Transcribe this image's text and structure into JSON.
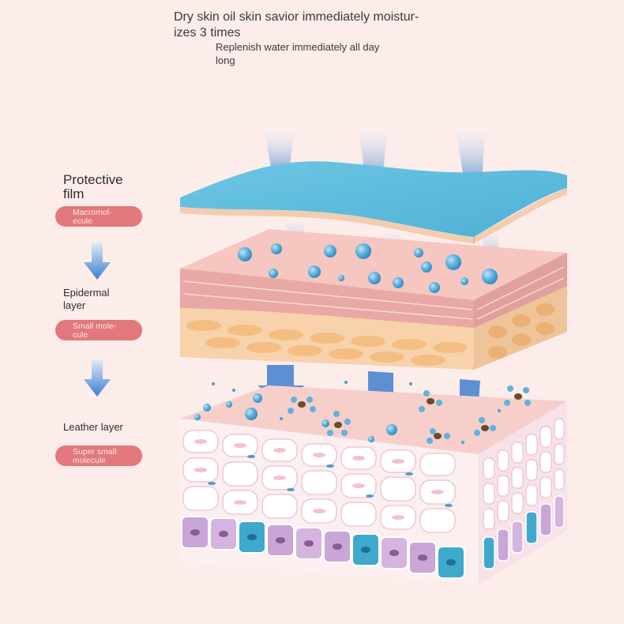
{
  "headline": {
    "main": "Dry skin oil skin savior immediately moistur-\nizes 3 times",
    "sub": "Replenish water immediately all day\nlong"
  },
  "layers": [
    {
      "title": "Protective\nfilm",
      "badge": "Macromol-\necule"
    },
    {
      "title": "Epidermal\nlayer",
      "badge": "Small mole-\ncule"
    },
    {
      "title": "Leather layer",
      "badge": "Super small\nmolecule"
    }
  ],
  "colors": {
    "background": "#fcecea",
    "badge": "#e2787b",
    "film": "#5bb8d8",
    "water": "#4a9ed1",
    "arrow": "#3c7fcf"
  },
  "icons": [
    "down-arrow-icon",
    "water-drop-icon"
  ]
}
